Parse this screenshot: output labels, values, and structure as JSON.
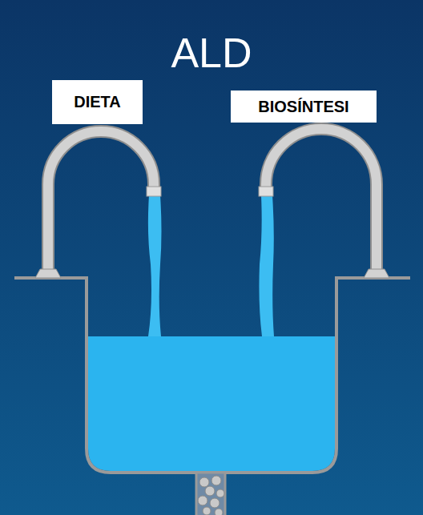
{
  "diagram": {
    "title": "ALD",
    "nodes": [
      {
        "text": [
          "DIETA"
        ]
      },
      {
        "text": [
          "BIOSÍNTESI"
        ]
      }
    ]
  }
}
